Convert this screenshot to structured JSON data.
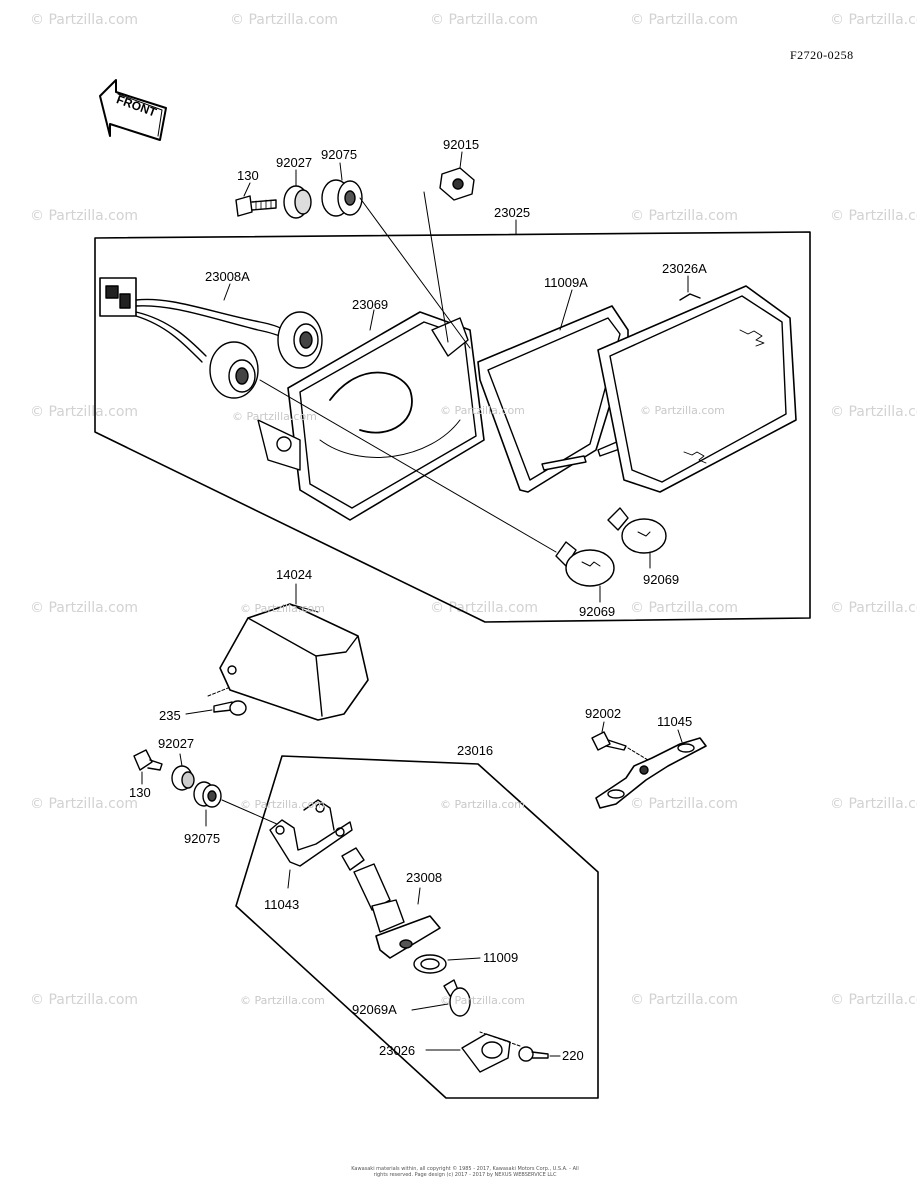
{
  "figure_code": "F2720-0258",
  "front_arrow_label": "FRONT",
  "watermark_text": "© Partzilla.com",
  "part_labels": {
    "p130_top": "130",
    "p92027_top": "92027",
    "p92075_top": "92075",
    "p92015": "92015",
    "p23025": "23025",
    "p23008A": "23008A",
    "p23069": "23069",
    "p11009A": "11009A",
    "p23026A": "23026A",
    "p92069_right": "92069",
    "p92069_center": "92069",
    "p14024": "14024",
    "p235": "235",
    "p92027_bottom": "92027",
    "p130_bottom": "130",
    "p92075_bottom": "92075",
    "p23016": "23016",
    "p11043": "11043",
    "p23008": "23008",
    "p11009": "11009",
    "p92069A": "92069A",
    "p23026": "23026",
    "p220": "220",
    "p92002": "92002",
    "p11045": "11045"
  },
  "footer_text": "Kawasaki materials within, all copyright © 1985 - 2017, Kawasaki Motors Corp., U.S.A. - All rights reserved. Page design (c) 2017 - 2017 by NEXUS WEBSERVICE LLC"
}
